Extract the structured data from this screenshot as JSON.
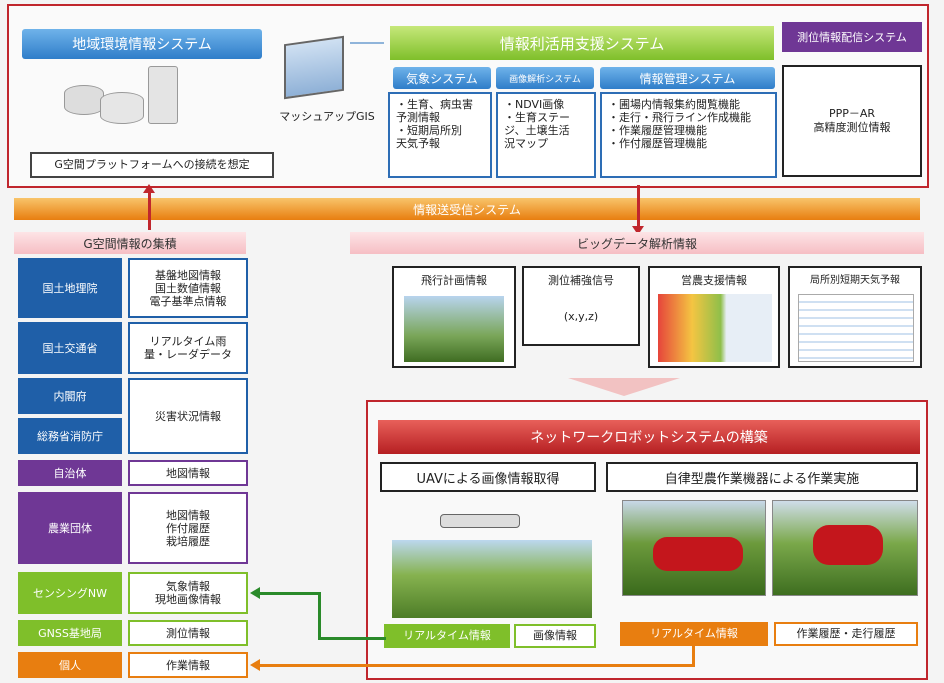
{
  "top": {
    "regional_system": "地域環境情報システム",
    "mashup": "マッシュアップGIS",
    "platform_note": "G空間プラットフォームへの接続を想定",
    "support_system": "情報利活用支援システム",
    "positioning_system": "測位情報配信システム",
    "weather_system": "気象システム",
    "weather_items": "・生育、病虫害\n予測情報\n・短期局所別\n天気予報",
    "image_system": "画像解析システム",
    "image_items": "・NDVI画像\n・生育ステー\nジ、土壌生活\n況マップ",
    "info_system": "情報管理システム",
    "info_items": "・圃場内情報集約閲覧機能\n・走行・飛行ライン作成機能\n・作業履歴管理機能\n・作付履歴管理機能",
    "ppp": "PPP－AR\n高精度測位情報"
  },
  "transceiver": "情報送受信システム",
  "left": {
    "header": "G空間情報の集積",
    "rows": [
      {
        "org": "国土地理院",
        "info": "基盤地図情報\n国土数値情報\n電子基準点情報",
        "color": "#1f5fa8"
      },
      {
        "org": "国土交通省",
        "info": "リアルタイム雨\n量・レーダデータ",
        "color": "#1f5fa8"
      },
      {
        "org": "内閣府",
        "info": "災害状況情報",
        "color": "#1f5fa8"
      },
      {
        "org": "総務省消防庁",
        "info": "",
        "color": "#1f5fa8"
      },
      {
        "org": "自治体",
        "info": "地図情報",
        "color": "#6f3795"
      },
      {
        "org": "農業団体",
        "info": "地図情報\n作付履歴\n栽培履歴",
        "color": "#6f3795"
      },
      {
        "org": "センシングNW",
        "info": "気象情報\n現地画像情報",
        "color": "#7fbf2a"
      },
      {
        "org": "GNSS基地局",
        "info": "測位情報",
        "color": "#7fbf2a"
      },
      {
        "org": "個人",
        "info": "作業情報",
        "color": "#e87e10"
      }
    ]
  },
  "bigdata": {
    "header": "ビッグデータ解析情報",
    "cards": [
      "飛行計画情報",
      "測位補強信号",
      "営農支援情報",
      "局所別短期天気予報"
    ],
    "coords": "(x,y,z)"
  },
  "network": {
    "header": "ネットワークロボットシステムの構築",
    "uav": "UAVによる画像情報取得",
    "auto": "自律型農作業機器による作業実施",
    "rt1": "リアルタイム情報",
    "img": "画像情報",
    "rt2": "リアルタイム情報",
    "hist": "作業履歴・走行履歴"
  },
  "colors": {
    "accent_red": "#c0262d",
    "green": "#2a8a2a",
    "orange": "#e87e10"
  }
}
